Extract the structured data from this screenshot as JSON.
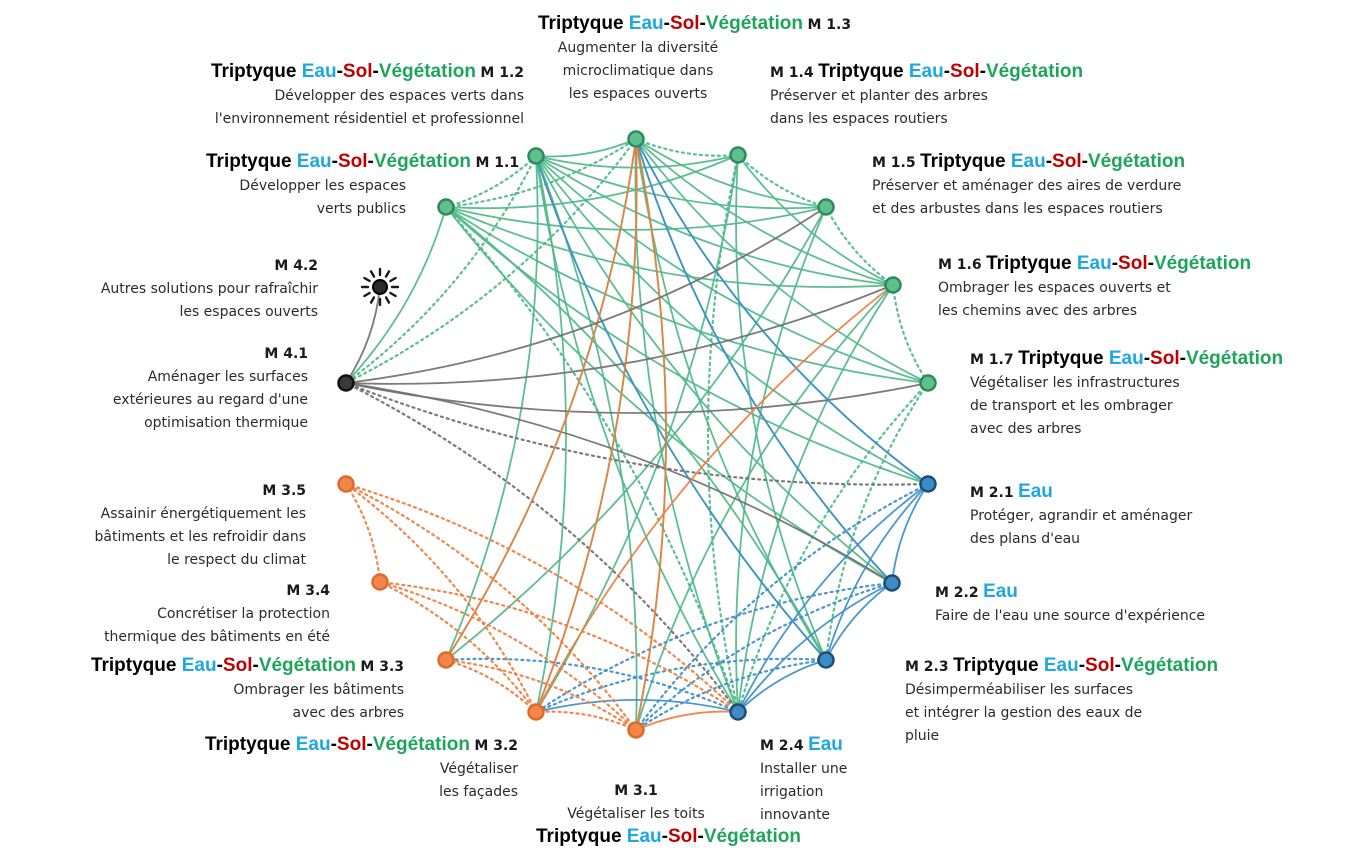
{
  "diagram": {
    "colors": {
      "green": "#4fb889",
      "blue": "#3d8fc9",
      "orange": "#ef7d3f",
      "grey": "#707070",
      "node_green": "#5fc08c",
      "node_blue": "#3f8bc5",
      "node_orange": "#f2864b",
      "node_grey": "#3a3a3a",
      "tag_eau": "#1ea7e1",
      "tag_sol": "#c00000",
      "tag_vegetation": "#1fa55a",
      "tag_triptyque": "#000000"
    },
    "tag": {
      "triptyque": "Triptyque",
      "eau": "Eau",
      "sol": "Sol",
      "vegetation": "Végétation",
      "sep": "-"
    },
    "measures": [
      {
        "id": "m11",
        "code": "M 1.1",
        "lines": [
          "Développer les espaces",
          "verts publics"
        ],
        "group": "green",
        "tag": "triptyque"
      },
      {
        "id": "m12",
        "code": "M 1.2",
        "lines": [
          "Développer des espaces verts dans",
          "l'environnement résidentiel et professionnel"
        ],
        "group": "green",
        "tag": "triptyque"
      },
      {
        "id": "m13",
        "code": "M 1.3",
        "lines": [
          "Augmenter la diversité",
          "microclimatique dans",
          "les espaces ouverts"
        ],
        "group": "green",
        "tag": "triptyque"
      },
      {
        "id": "m14",
        "code": "M 1.4",
        "lines": [
          "Préserver et planter des arbres",
          "dans les espaces routiers"
        ],
        "group": "green",
        "tag": "triptyque"
      },
      {
        "id": "m15",
        "code": "M 1.5",
        "lines": [
          "Préserver et aménager des aires de verdure",
          "et des arbustes dans les espaces routiers"
        ],
        "group": "green",
        "tag": "triptyque"
      },
      {
        "id": "m16",
        "code": "M 1.6",
        "lines": [
          "Ombrager les espaces ouverts et",
          "les chemins avec des arbres"
        ],
        "group": "green",
        "tag": "triptyque"
      },
      {
        "id": "m17",
        "code": "M 1.7",
        "lines": [
          "Végétaliser les infrastructures",
          "de transport et les ombrager",
          "avec des arbres"
        ],
        "group": "green",
        "tag": "triptyque"
      },
      {
        "id": "m21",
        "code": "M 2.1",
        "lines": [
          "Protéger, agrandir et aménager",
          "des plans d'eau"
        ],
        "group": "blue",
        "tag": "eau"
      },
      {
        "id": "m22",
        "code": "M 2.2",
        "lines": [
          "Faire de l'eau une source d'expérience"
        ],
        "group": "blue",
        "tag": "eau"
      },
      {
        "id": "m23",
        "code": "M 2.3",
        "lines": [
          "Désimperméabiliser les surfaces",
          "et intégrer la gestion des eaux de",
          "pluie"
        ],
        "group": "blue",
        "tag": "triptyque"
      },
      {
        "id": "m24",
        "code": "M 2.4",
        "lines": [
          "Installer une",
          "irrigation",
          "innovante"
        ],
        "group": "blue",
        "tag": "eau"
      },
      {
        "id": "m31",
        "code": "M 3.1",
        "lines": [
          "Végétaliser les toits"
        ],
        "group": "orange",
        "tag": "triptyque"
      },
      {
        "id": "m32",
        "code": "M 3.2",
        "lines": [
          "Végétaliser",
          "les façades"
        ],
        "group": "orange",
        "tag": "triptyque"
      },
      {
        "id": "m33",
        "code": "M 3.3",
        "lines": [
          "Ombrager les bâtiments",
          "avec des arbres"
        ],
        "group": "orange",
        "tag": "triptyque"
      },
      {
        "id": "m34",
        "code": "M 3.4",
        "lines": [
          "Concrétiser la protection",
          "thermique des bâtiments en été"
        ],
        "group": "orange",
        "tag": "none"
      },
      {
        "id": "m35",
        "code": "M 3.5",
        "lines": [
          "Assainir énergétiquement les",
          "bâtiments et les refroidir dans",
          "le respect du climat"
        ],
        "group": "orange",
        "tag": "none"
      },
      {
        "id": "m41",
        "code": "M 4.1",
        "lines": [
          "Aménager les surfaces",
          "extérieures au regard d'une",
          "optimisation thermique"
        ],
        "group": "grey",
        "tag": "none"
      },
      {
        "id": "m42",
        "code": "M 4.2",
        "lines": [
          "Autres solutions pour rafraîchir",
          "les espaces ouverts"
        ],
        "group": "grey",
        "tag": "none"
      }
    ],
    "links": [
      [
        "m11",
        "m12",
        "green",
        "dot"
      ],
      [
        "m11",
        "m13",
        "green",
        "dot"
      ],
      [
        "m11",
        "m14",
        "green",
        "solid"
      ],
      [
        "m11",
        "m15",
        "green",
        "solid"
      ],
      [
        "m11",
        "m16",
        "green",
        "solid"
      ],
      [
        "m11",
        "m17",
        "green",
        "solid"
      ],
      [
        "m11",
        "m21",
        "green",
        "solid"
      ],
      [
        "m11",
        "m22",
        "green",
        "solid"
      ],
      [
        "m11",
        "m23",
        "green",
        "solid"
      ],
      [
        "m11",
        "m24",
        "green",
        "dot"
      ],
      [
        "m11",
        "m41",
        "green",
        "solid"
      ],
      [
        "m12",
        "m13",
        "green",
        "solid"
      ],
      [
        "m12",
        "m14",
        "green",
        "solid"
      ],
      [
        "m12",
        "m15",
        "green",
        "solid"
      ],
      [
        "m12",
        "m16",
        "green",
        "solid"
      ],
      [
        "m12",
        "m17",
        "green",
        "solid"
      ],
      [
        "m12",
        "m21",
        "green",
        "solid"
      ],
      [
        "m12",
        "m22",
        "green",
        "solid"
      ],
      [
        "m12",
        "m23",
        "green",
        "solid"
      ],
      [
        "m12",
        "m24",
        "green",
        "solid"
      ],
      [
        "m12",
        "m31",
        "green",
        "solid"
      ],
      [
        "m12",
        "m32",
        "green",
        "solid"
      ],
      [
        "m12",
        "m33",
        "green",
        "solid"
      ],
      [
        "m12",
        "m41",
        "green",
        "dot"
      ],
      [
        "m13",
        "m14",
        "green",
        "dot"
      ],
      [
        "m13",
        "m15",
        "green",
        "solid"
      ],
      [
        "m13",
        "m16",
        "green",
        "solid"
      ],
      [
        "m13",
        "m17",
        "green",
        "solid"
      ],
      [
        "m13",
        "m21",
        "green",
        "solid"
      ],
      [
        "m13",
        "m22",
        "green",
        "solid"
      ],
      [
        "m13",
        "m23",
        "green",
        "solid"
      ],
      [
        "m13",
        "m24",
        "green",
        "solid"
      ],
      [
        "m13",
        "m31",
        "green",
        "solid"
      ],
      [
        "m13",
        "m32",
        "green",
        "solid"
      ],
      [
        "m13",
        "m33",
        "green",
        "solid"
      ],
      [
        "m13",
        "m41",
        "green",
        "dot"
      ],
      [
        "m14",
        "m15",
        "green",
        "dot"
      ],
      [
        "m14",
        "m16",
        "green",
        "solid"
      ],
      [
        "m14",
        "m23",
        "green",
        "solid"
      ],
      [
        "m14",
        "m24",
        "green",
        "dot"
      ],
      [
        "m14",
        "m32",
        "green",
        "solid"
      ],
      [
        "m15",
        "m16",
        "green",
        "dot"
      ],
      [
        "m15",
        "m24",
        "green",
        "solid"
      ],
      [
        "m15",
        "m33",
        "green",
        "solid"
      ],
      [
        "m16",
        "m17",
        "green",
        "dot"
      ],
      [
        "m16",
        "m24",
        "green",
        "solid"
      ],
      [
        "m16",
        "m31",
        "green",
        "solid"
      ],
      [
        "m16",
        "m41",
        "grey",
        "solid"
      ],
      [
        "m17",
        "m24",
        "green",
        "dot"
      ],
      [
        "m17",
        "m23",
        "green",
        "dot"
      ],
      [
        "m17",
        "m41",
        "grey",
        "solid"
      ],
      [
        "m21",
        "m22",
        "blue",
        "solid"
      ],
      [
        "m21",
        "m23",
        "blue",
        "solid"
      ],
      [
        "m21",
        "m24",
        "blue",
        "solid"
      ],
      [
        "m21",
        "m13",
        "blue",
        "solid"
      ],
      [
        "m21",
        "m41",
        "grey",
        "dot"
      ],
      [
        "m21",
        "m31",
        "blue",
        "dot"
      ],
      [
        "m22",
        "m23",
        "blue",
        "solid"
      ],
      [
        "m22",
        "m24",
        "blue",
        "solid"
      ],
      [
        "m22",
        "m13",
        "blue",
        "solid"
      ],
      [
        "m22",
        "m41",
        "grey",
        "solid"
      ],
      [
        "m22",
        "m31",
        "blue",
        "dot"
      ],
      [
        "m22",
        "m32",
        "blue",
        "dot"
      ],
      [
        "m23",
        "m24",
        "blue",
        "solid"
      ],
      [
        "m23",
        "m12",
        "blue",
        "solid"
      ],
      [
        "m23",
        "m31",
        "blue",
        "dot"
      ],
      [
        "m23",
        "m32",
        "blue",
        "dot"
      ],
      [
        "m24",
        "m32",
        "blue",
        "solid"
      ],
      [
        "m24",
        "m31",
        "orange",
        "solid"
      ],
      [
        "m24",
        "m33",
        "blue",
        "dot"
      ],
      [
        "m24",
        "m35",
        "orange",
        "dot"
      ],
      [
        "m24",
        "m34",
        "orange",
        "dot"
      ],
      [
        "m24",
        "m41",
        "grey",
        "dot"
      ],
      [
        "m31",
        "m32",
        "orange",
        "dot"
      ],
      [
        "m31",
        "m34",
        "orange",
        "dot"
      ],
      [
        "m31",
        "m35",
        "orange",
        "dot"
      ],
      [
        "m31",
        "m13",
        "orange",
        "solid"
      ],
      [
        "m31",
        "m33",
        "orange",
        "dot"
      ],
      [
        "m32",
        "m33",
        "orange",
        "dot"
      ],
      [
        "m32",
        "m34",
        "orange",
        "dot"
      ],
      [
        "m32",
        "m35",
        "orange",
        "dot"
      ],
      [
        "m32",
        "m13",
        "orange",
        "solid"
      ],
      [
        "m32",
        "m16",
        "orange",
        "solid"
      ],
      [
        "m33",
        "m13",
        "orange",
        "solid"
      ],
      [
        "m34",
        "m35",
        "orange",
        "dot"
      ],
      [
        "m41",
        "m15",
        "grey",
        "solid"
      ],
      [
        "m41",
        "m42",
        "grey",
        "solid"
      ]
    ]
  }
}
